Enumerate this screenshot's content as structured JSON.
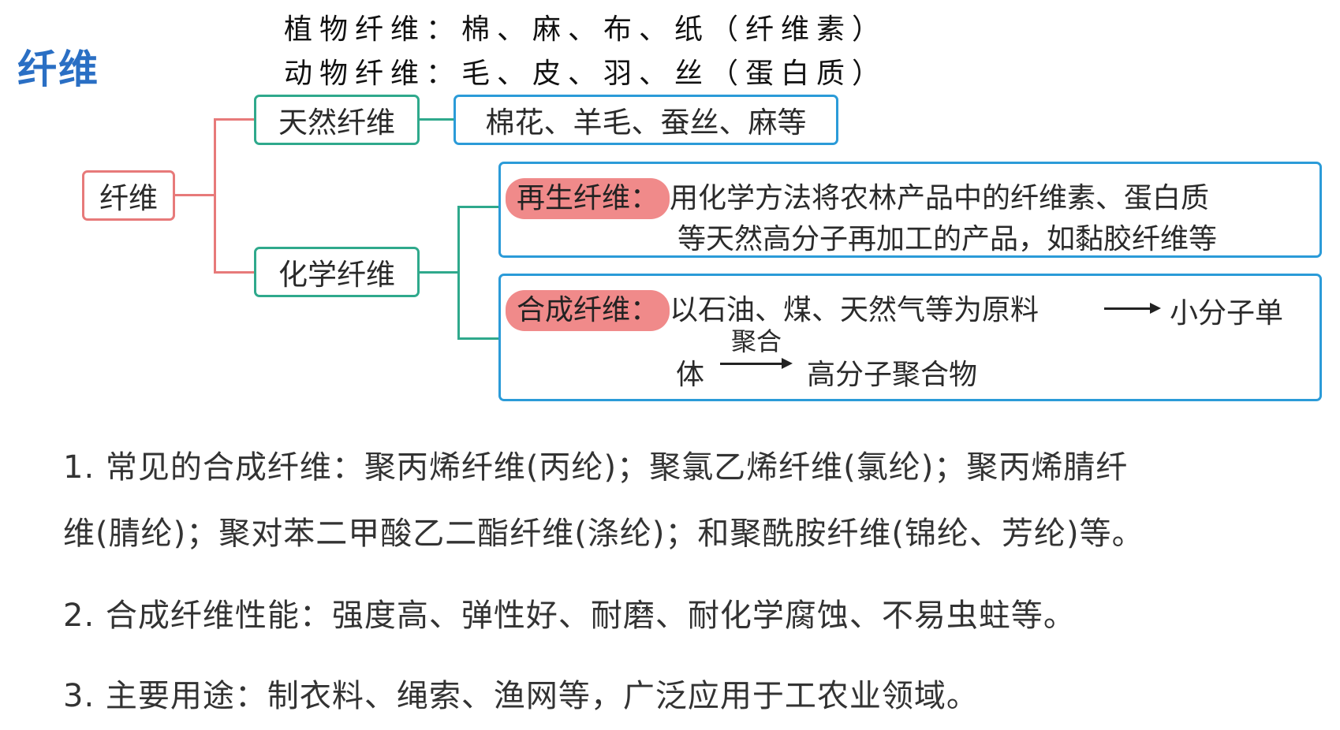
{
  "notes": {
    "line1": "植物纤维：棉、麻、布、纸（纤维素）",
    "line2": "动物纤维：毛、皮、羽、丝（蛋白质）"
  },
  "title": "纤维",
  "diagram": {
    "root": "纤维",
    "natural": {
      "label": "天然纤维",
      "examples": "棉花、羊毛、蚕丝、麻等"
    },
    "chemical": {
      "label": "化学纤维",
      "regenerated": {
        "tag": "再生纤维：",
        "line1": "用化学方法将农林产品中的纤维素、蛋白质",
        "line2": "等天然高分子再加工的产品，如黏胶纤维等"
      },
      "synthetic": {
        "tag": "合成纤维：",
        "line1": "以石油、煤、天然气等为原料",
        "line1_end": "小分子单",
        "line2_start": "体",
        "arrow_label": "聚合",
        "line2_end": "高分子聚合物"
      }
    }
  },
  "points": [
    {
      "line1": "1. 常见的合成纤维：聚丙烯纤维(丙纶)；聚氯乙烯纤维(氯纶)；聚丙烯腈纤",
      "line2": "维(腈纶)；聚对苯二甲酸乙二酯纤维(涤纶)；和聚酰胺纤维(锦纶、芳纶)等。"
    },
    {
      "line1": "2. 合成纤维性能：强度高、弹性好、耐磨、耐化学腐蚀、不易虫蛀等。"
    },
    {
      "line1": "3. 主要用途：制衣料、绳索、渔网等，广泛应用于工农业领域。"
    }
  ],
  "colors": {
    "title": "#2a6fc4",
    "root_border": "#e77a7a",
    "branch_border": "#2fa98c",
    "detail_border": "#2b9bd8",
    "tag_fill": "#f08a8a"
  }
}
